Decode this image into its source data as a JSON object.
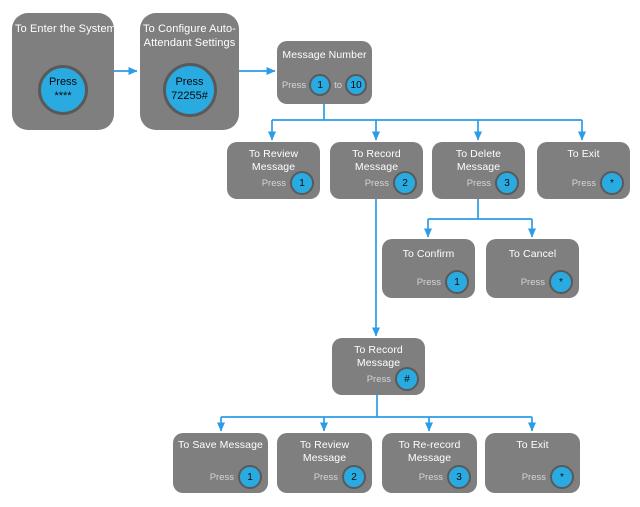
{
  "colors": {
    "box_fill": "#7f7f7f",
    "key_circle_fill": "#29abe2",
    "key_circle_ring": "#595959",
    "connector": "#2b9ce8",
    "title_text": "#ffffff",
    "press_text": "#d6d6d6",
    "key_text": "#0a0a0a",
    "page_bg": "#ffffff"
  },
  "nodes": {
    "enter": {
      "title": "To Enter the System",
      "press_label": "Press",
      "key": "****"
    },
    "configure": {
      "title_line1": "To Configure Auto-",
      "title_line2": "Attendant Settings",
      "press_label": "Press",
      "key": "72255#"
    },
    "message_number": {
      "title": "Message Number",
      "press_label": "Press",
      "key_from": "1",
      "to_label": "to",
      "key_to": "10"
    },
    "review1": {
      "title": "To Review Message",
      "press_label": "Press",
      "key": "1"
    },
    "record1": {
      "title": "To Record Message",
      "press_label": "Press",
      "key": "2"
    },
    "delete1": {
      "title": "To Delete Message",
      "press_label": "Press",
      "key": "3"
    },
    "exit1": {
      "title": "To Exit",
      "press_label": "Press",
      "key": "*"
    },
    "confirm": {
      "title": "To Confirm",
      "press_label": "Press",
      "key": "1"
    },
    "cancel": {
      "title": "To Cancel",
      "press_label": "Press",
      "key": "*"
    },
    "record2": {
      "title": "To Record Message",
      "press_label": "Press",
      "key": "#"
    },
    "save": {
      "title": "To Save Message",
      "press_label": "Press",
      "key": "1"
    },
    "review2": {
      "title": "To Review Message",
      "press_label": "Press",
      "key": "2"
    },
    "rerecord": {
      "title": "To Re-record Message",
      "press_label": "Press",
      "key": "3"
    },
    "exit2": {
      "title": "To Exit",
      "press_label": "Press",
      "key": "*"
    }
  }
}
